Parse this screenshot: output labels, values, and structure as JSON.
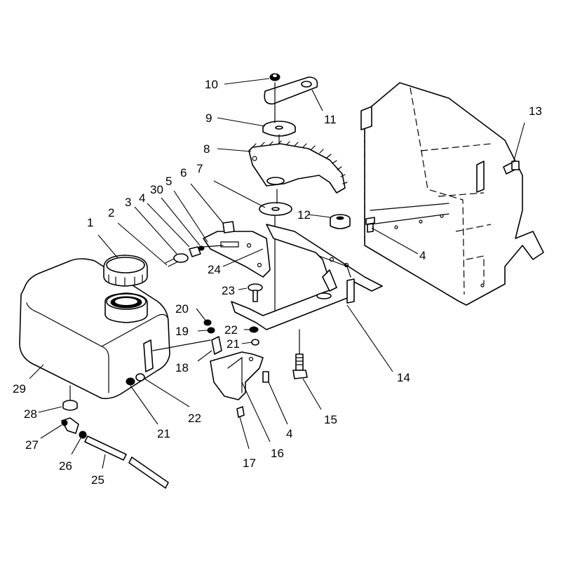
{
  "diagram": {
    "callouts": [
      {
        "label": "1"
      },
      {
        "label": "2"
      },
      {
        "label": "3"
      },
      {
        "label": "4"
      },
      {
        "label": "30"
      },
      {
        "label": "5"
      },
      {
        "label": "6"
      },
      {
        "label": "7"
      },
      {
        "label": "8"
      },
      {
        "label": "9"
      },
      {
        "label": "10"
      },
      {
        "label": "11"
      },
      {
        "label": "12"
      },
      {
        "label": "13"
      },
      {
        "label": "4"
      },
      {
        "label": "14"
      },
      {
        "label": "15"
      },
      {
        "label": "4"
      },
      {
        "label": "16"
      },
      {
        "label": "17"
      },
      {
        "label": "18"
      },
      {
        "label": "19"
      },
      {
        "label": "20"
      },
      {
        "label": "21"
      },
      {
        "label": "22"
      },
      {
        "label": "23"
      },
      {
        "label": "24"
      },
      {
        "label": "21"
      },
      {
        "label": "22"
      },
      {
        "label": "25"
      },
      {
        "label": "26"
      },
      {
        "label": "27"
      },
      {
        "label": "28"
      },
      {
        "label": "29"
      }
    ]
  }
}
